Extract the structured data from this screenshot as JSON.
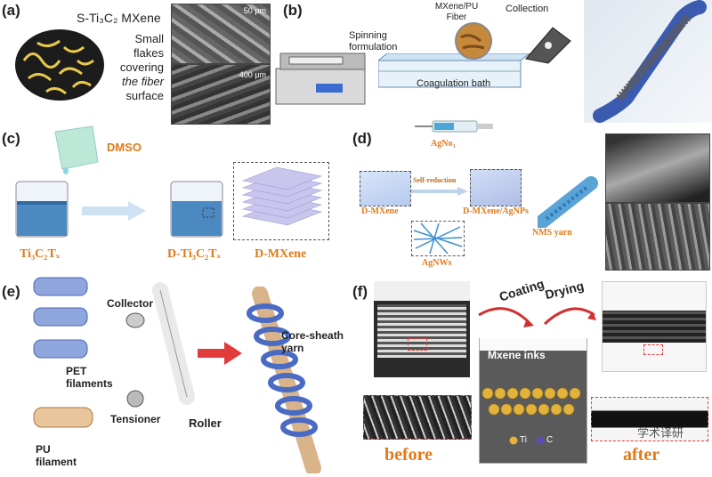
{
  "panels": {
    "a": {
      "label": "(a)",
      "title": "S-Ti₃C₂ MXene",
      "desc_lines": [
        "Small",
        "flakes",
        "covering",
        "the fiber",
        "surface"
      ],
      "scale_top": "50 µm",
      "scale_bottom": "400 µm"
    },
    "b": {
      "label": "(b)",
      "spinning": "Spinning formulation",
      "fiber": "MXene/PU Fiber",
      "collection": "Collection",
      "bath": "Coagulation bath"
    },
    "c": {
      "label": "(c)",
      "dmso": "DMSO",
      "left_beaker": "Ti₃C₂Tₓ",
      "mid_beaker": "D-Ti₃C₂Tₓ",
      "stack": "D-MXene"
    },
    "d": {
      "label": "(d)",
      "agno": "AgNo₃",
      "self_red": "Self-reduction",
      "dmx": "D-MXene",
      "dmx_ag": "D-MXene/AgNPs",
      "agnws": "AgNWs",
      "nms": "NMS yarn"
    },
    "e": {
      "label": "(e)",
      "collector": "Collector",
      "pet": "PET filaments",
      "tensioner": "Tensioner",
      "roller": "Roller",
      "pu": "PU filament",
      "yarn": "Core-sheath yarn"
    },
    "f": {
      "label": "(f)",
      "coating": "Coating",
      "drying": "Drying",
      "inks": "Mxene inks",
      "before": "before",
      "after": "after",
      "ti": "Ti",
      "c": "C",
      "watermark": "学术译研"
    }
  }
}
